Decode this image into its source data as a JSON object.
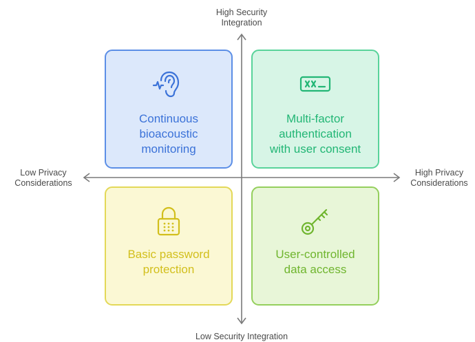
{
  "axes": {
    "top": [
      "High Security",
      "Integration"
    ],
    "bottom": [
      "Low Security Integration"
    ],
    "left": [
      "Low Privacy",
      "Considerations"
    ],
    "right": [
      "High Privacy",
      "Considerations"
    ]
  },
  "quadrants": {
    "top_left": {
      "lines": [
        "Continuous",
        "bioacoustic",
        "monitoring"
      ],
      "icon": "ear-sound-icon",
      "color": "#3b72d8"
    },
    "top_right": {
      "lines": [
        "Multi-factor",
        "authentication",
        "with user consent"
      ],
      "icon": "password-field-icon",
      "color": "#22b675"
    },
    "bottom_left": {
      "lines": [
        "Basic password",
        "protection"
      ],
      "icon": "lock-icon",
      "color": "#d2bf1c"
    },
    "bottom_right": {
      "lines": [
        "User-controlled",
        "data access"
      ],
      "icon": "key-icon",
      "color": "#6fb52e"
    }
  },
  "axis_color": "#7a7a7a"
}
